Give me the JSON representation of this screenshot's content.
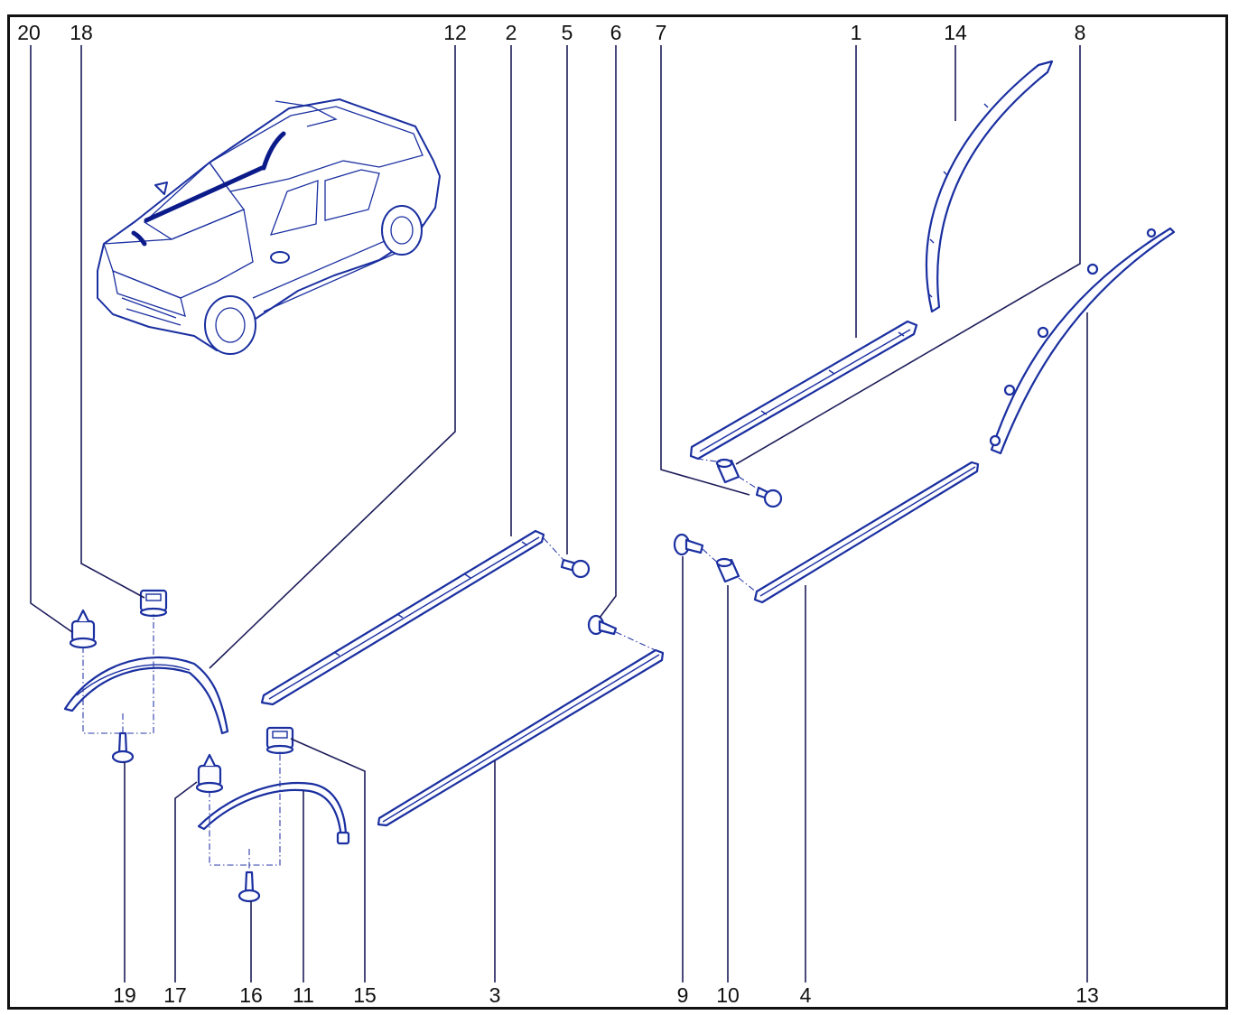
{
  "labels_top": [
    "20",
    "18",
    "12",
    "2",
    "5",
    "6",
    "7",
    "1",
    "14",
    "8"
  ],
  "labels_bottom": [
    "19",
    "17",
    "16",
    "11",
    "15",
    "3",
    "9",
    "10",
    "4",
    "13"
  ],
  "colors": {
    "ink": "#1a2fa0",
    "leader": "#1c1c5a",
    "frame": "#111111"
  }
}
